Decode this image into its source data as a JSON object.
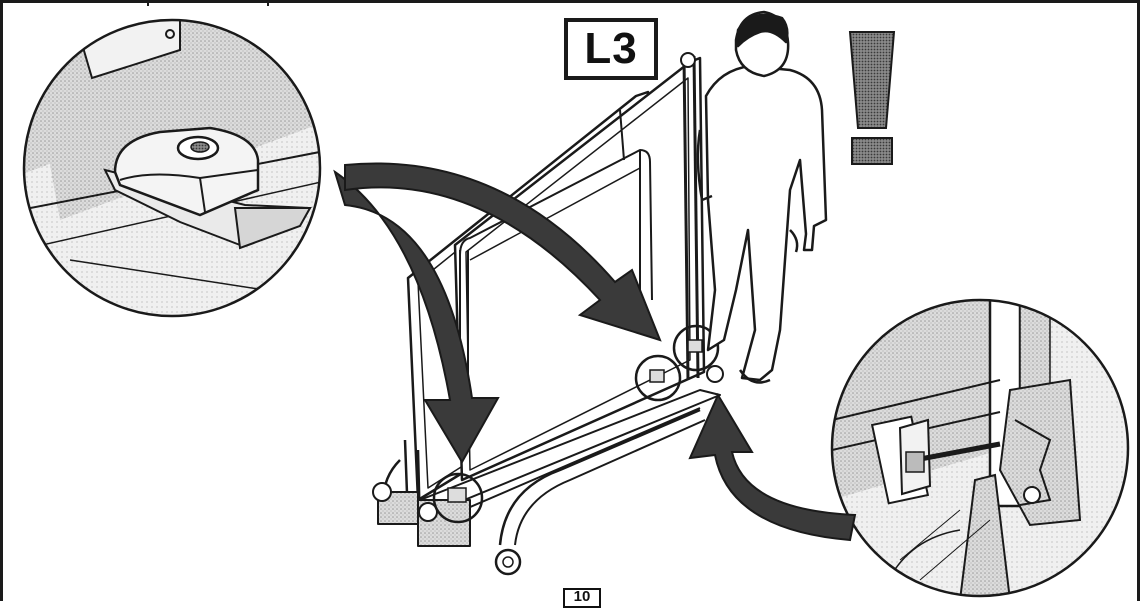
{
  "step_label": "L3",
  "page_number": "10",
  "icons": {
    "warning": "exclamation-mark-icon",
    "person": "person-figure",
    "arrows": "curved-arrow-icon",
    "detail_left": "caster-brake-detail",
    "detail_right": "bolt-latch-detail"
  },
  "colors": {
    "ink": "#1a1a1a",
    "arrow_fill": "#3a3a3a",
    "shade": "#c8c8c8",
    "exclamation": "#2b2b2b"
  }
}
